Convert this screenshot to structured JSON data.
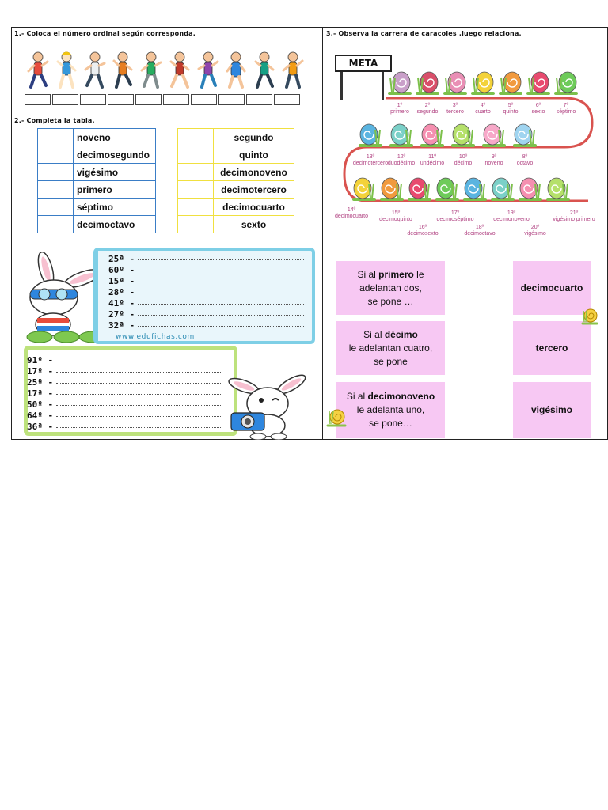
{
  "section1": {
    "title": "1.- Coloca el número ordinal según corresponda.",
    "runner_count": 10
  },
  "section2": {
    "title": "2.- Completa la tabla.",
    "blue_table": [
      "noveno",
      "decimosegundo",
      "vigésimo",
      "primero",
      "séptimo",
      "decimoctavo"
    ],
    "yellow_table": [
      "segundo",
      "quinto",
      "decimonoveno",
      "decimotercero",
      "decimocuarto",
      "sexto"
    ],
    "blue_panel_numbers": [
      "25ª -",
      "60º -",
      "15ª -",
      "28º -",
      "41º -",
      "27º -",
      "32ª -"
    ],
    "website": "www.edufichas.com",
    "green_panel_numbers": [
      "91º -",
      "17º -",
      "25ª -",
      "17ª -",
      "50º -",
      "64º -",
      "36ª -"
    ]
  },
  "section3": {
    "title": "3.- Observa la carrera de caracoles ,luego relaciona.",
    "sign": "META",
    "row1": [
      {
        "num": "1º",
        "name": "primero"
      },
      {
        "num": "2º",
        "name": "segundo"
      },
      {
        "num": "3º",
        "name": "tercero"
      },
      {
        "num": "4º",
        "name": "cuarto"
      },
      {
        "num": "5º",
        "name": "quinto"
      },
      {
        "num": "6º",
        "name": "sexto"
      },
      {
        "num": "7º",
        "name": "séptimo"
      }
    ],
    "row2": [
      {
        "num": "13º",
        "name": "decimotercero"
      },
      {
        "num": "12º",
        "name": "duodécimo"
      },
      {
        "num": "11º",
        "name": "undécimo"
      },
      {
        "num": "10º",
        "name": "décimo"
      },
      {
        "num": "9º",
        "name": "noveno"
      },
      {
        "num": "8º",
        "name": "octavo"
      }
    ],
    "row3": [
      {
        "num": "14º",
        "name": "decimocuarto"
      },
      {
        "num": "15º",
        "name": "decimoquinto"
      },
      {
        "num": "16º",
        "name": "decimosexto"
      },
      {
        "num": "17º",
        "name": "decimoséptimo"
      },
      {
        "num": "18º",
        "name": "decimoctavo"
      },
      {
        "num": "19º",
        "name": "decimonoveno"
      },
      {
        "num": "20º",
        "name": "vigésimo"
      },
      {
        "num": "21º",
        "name": "vigésimo primero"
      }
    ],
    "questions": [
      {
        "pre": "Si al ",
        "bold": "primero",
        "post": " le",
        "line2": "adelantan dos,",
        "line3": "se pone …"
      },
      {
        "pre": "Si al ",
        "bold": "décimo",
        "post": "",
        "line2": "le adelantan cuatro,",
        "line3": "se pone"
      },
      {
        "pre": "Si al ",
        "bold": "decimonoveno",
        "post": "",
        "line2": "le adelanta uno,",
        "line3": "se pone…"
      }
    ],
    "answers": [
      "decimocuarto",
      "tercero",
      "vigésimo"
    ],
    "colors": {
      "card_pink": "#f7c8f3",
      "track": "#d9534f"
    }
  }
}
